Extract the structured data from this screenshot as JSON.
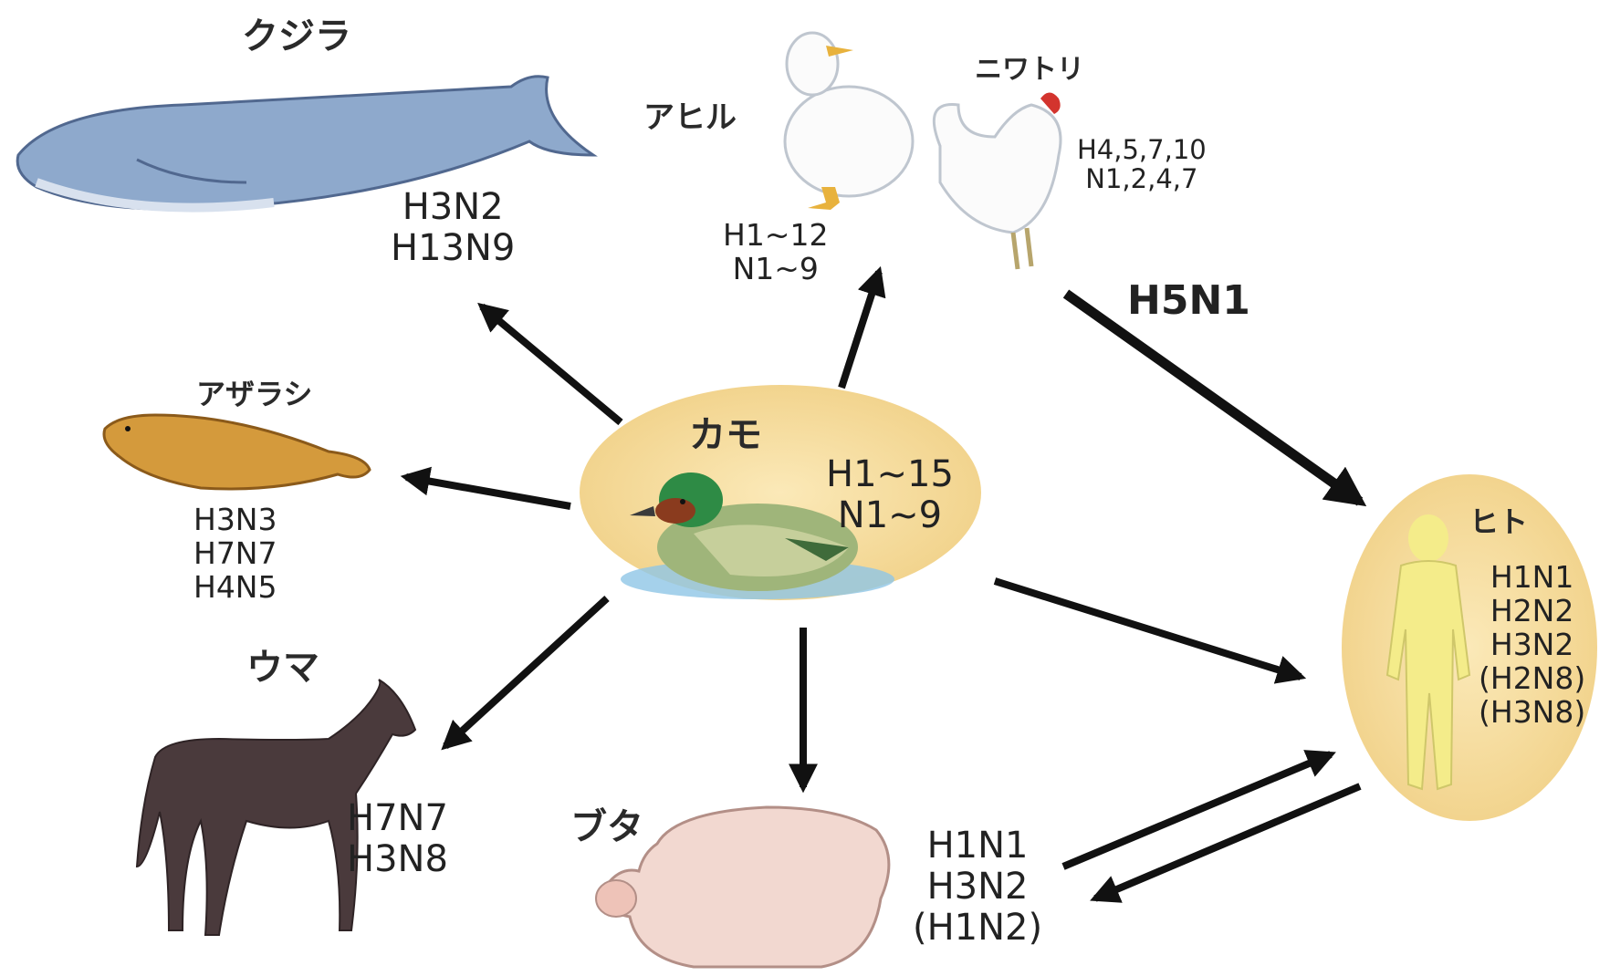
{
  "center": {
    "name": "カモ",
    "subtypes": [
      "H1~15",
      "N1~9"
    ]
  },
  "human": {
    "name": "ヒト",
    "subtypes": [
      "H1N1",
      "H2N2",
      "H3N2",
      "(H2N8)",
      "(H3N8)"
    ]
  },
  "animals": {
    "whale": {
      "name": "クジラ",
      "subtypes": [
        "H3N2",
        "H13N9"
      ]
    },
    "duck": {
      "name": "アヒル",
      "subtypes": [
        "H1~12",
        "N1~9"
      ]
    },
    "chicken": {
      "name": "ニワトリ",
      "subtypes": [
        "H4,5,7,10",
        "N1,2,4,7"
      ]
    },
    "seal": {
      "name": "アザラシ",
      "subtypes": [
        "H3N3",
        "H7N7",
        "H4N5"
      ]
    },
    "horse": {
      "name": "ウマ",
      "subtypes": [
        "H7N7",
        "H3N8"
      ]
    },
    "pig": {
      "name": "ブタ",
      "subtypes": [
        "H1N1",
        "H3N2",
        "(H1N2)"
      ]
    }
  },
  "edges": [
    {
      "from": "カモ",
      "to": "クジラ"
    },
    {
      "from": "カモ",
      "to": "アヒル"
    },
    {
      "from": "カモ",
      "to": "アザラシ"
    },
    {
      "from": "カモ",
      "to": "ウマ"
    },
    {
      "from": "カモ",
      "to": "ブタ"
    },
    {
      "from": "カモ",
      "to": "ヒト"
    },
    {
      "from": "ニワトリ",
      "to": "ヒト",
      "label": "H5N1"
    },
    {
      "from": "ブタ",
      "to": "ヒト"
    },
    {
      "from": "ヒト",
      "to": "ブタ"
    }
  ],
  "colors": {
    "ellipse": "#f5dc9a",
    "arrow": "#111111",
    "water": "#8ec6e6"
  }
}
